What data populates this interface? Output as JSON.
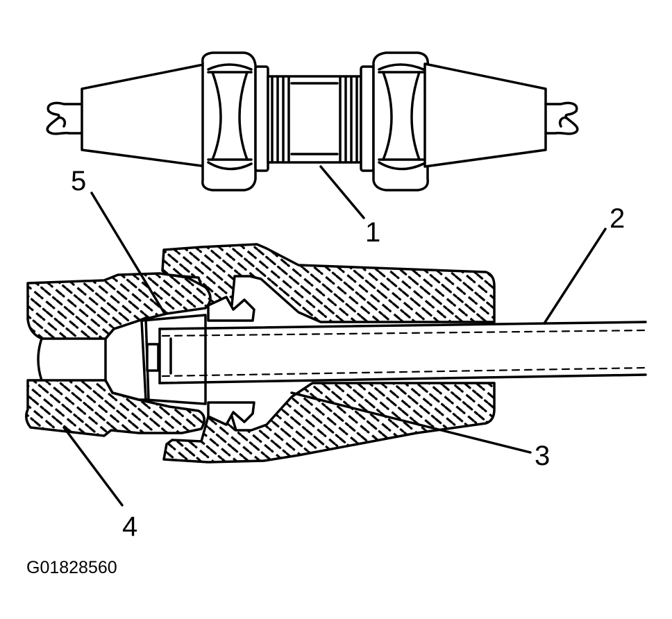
{
  "figure": {
    "code": "G01828560",
    "callouts": [
      {
        "id": "1",
        "label": "1"
      },
      {
        "id": "2",
        "label": "2"
      },
      {
        "id": "3",
        "label": "3"
      },
      {
        "id": "4",
        "label": "4"
      },
      {
        "id": "5",
        "label": "5"
      }
    ]
  }
}
